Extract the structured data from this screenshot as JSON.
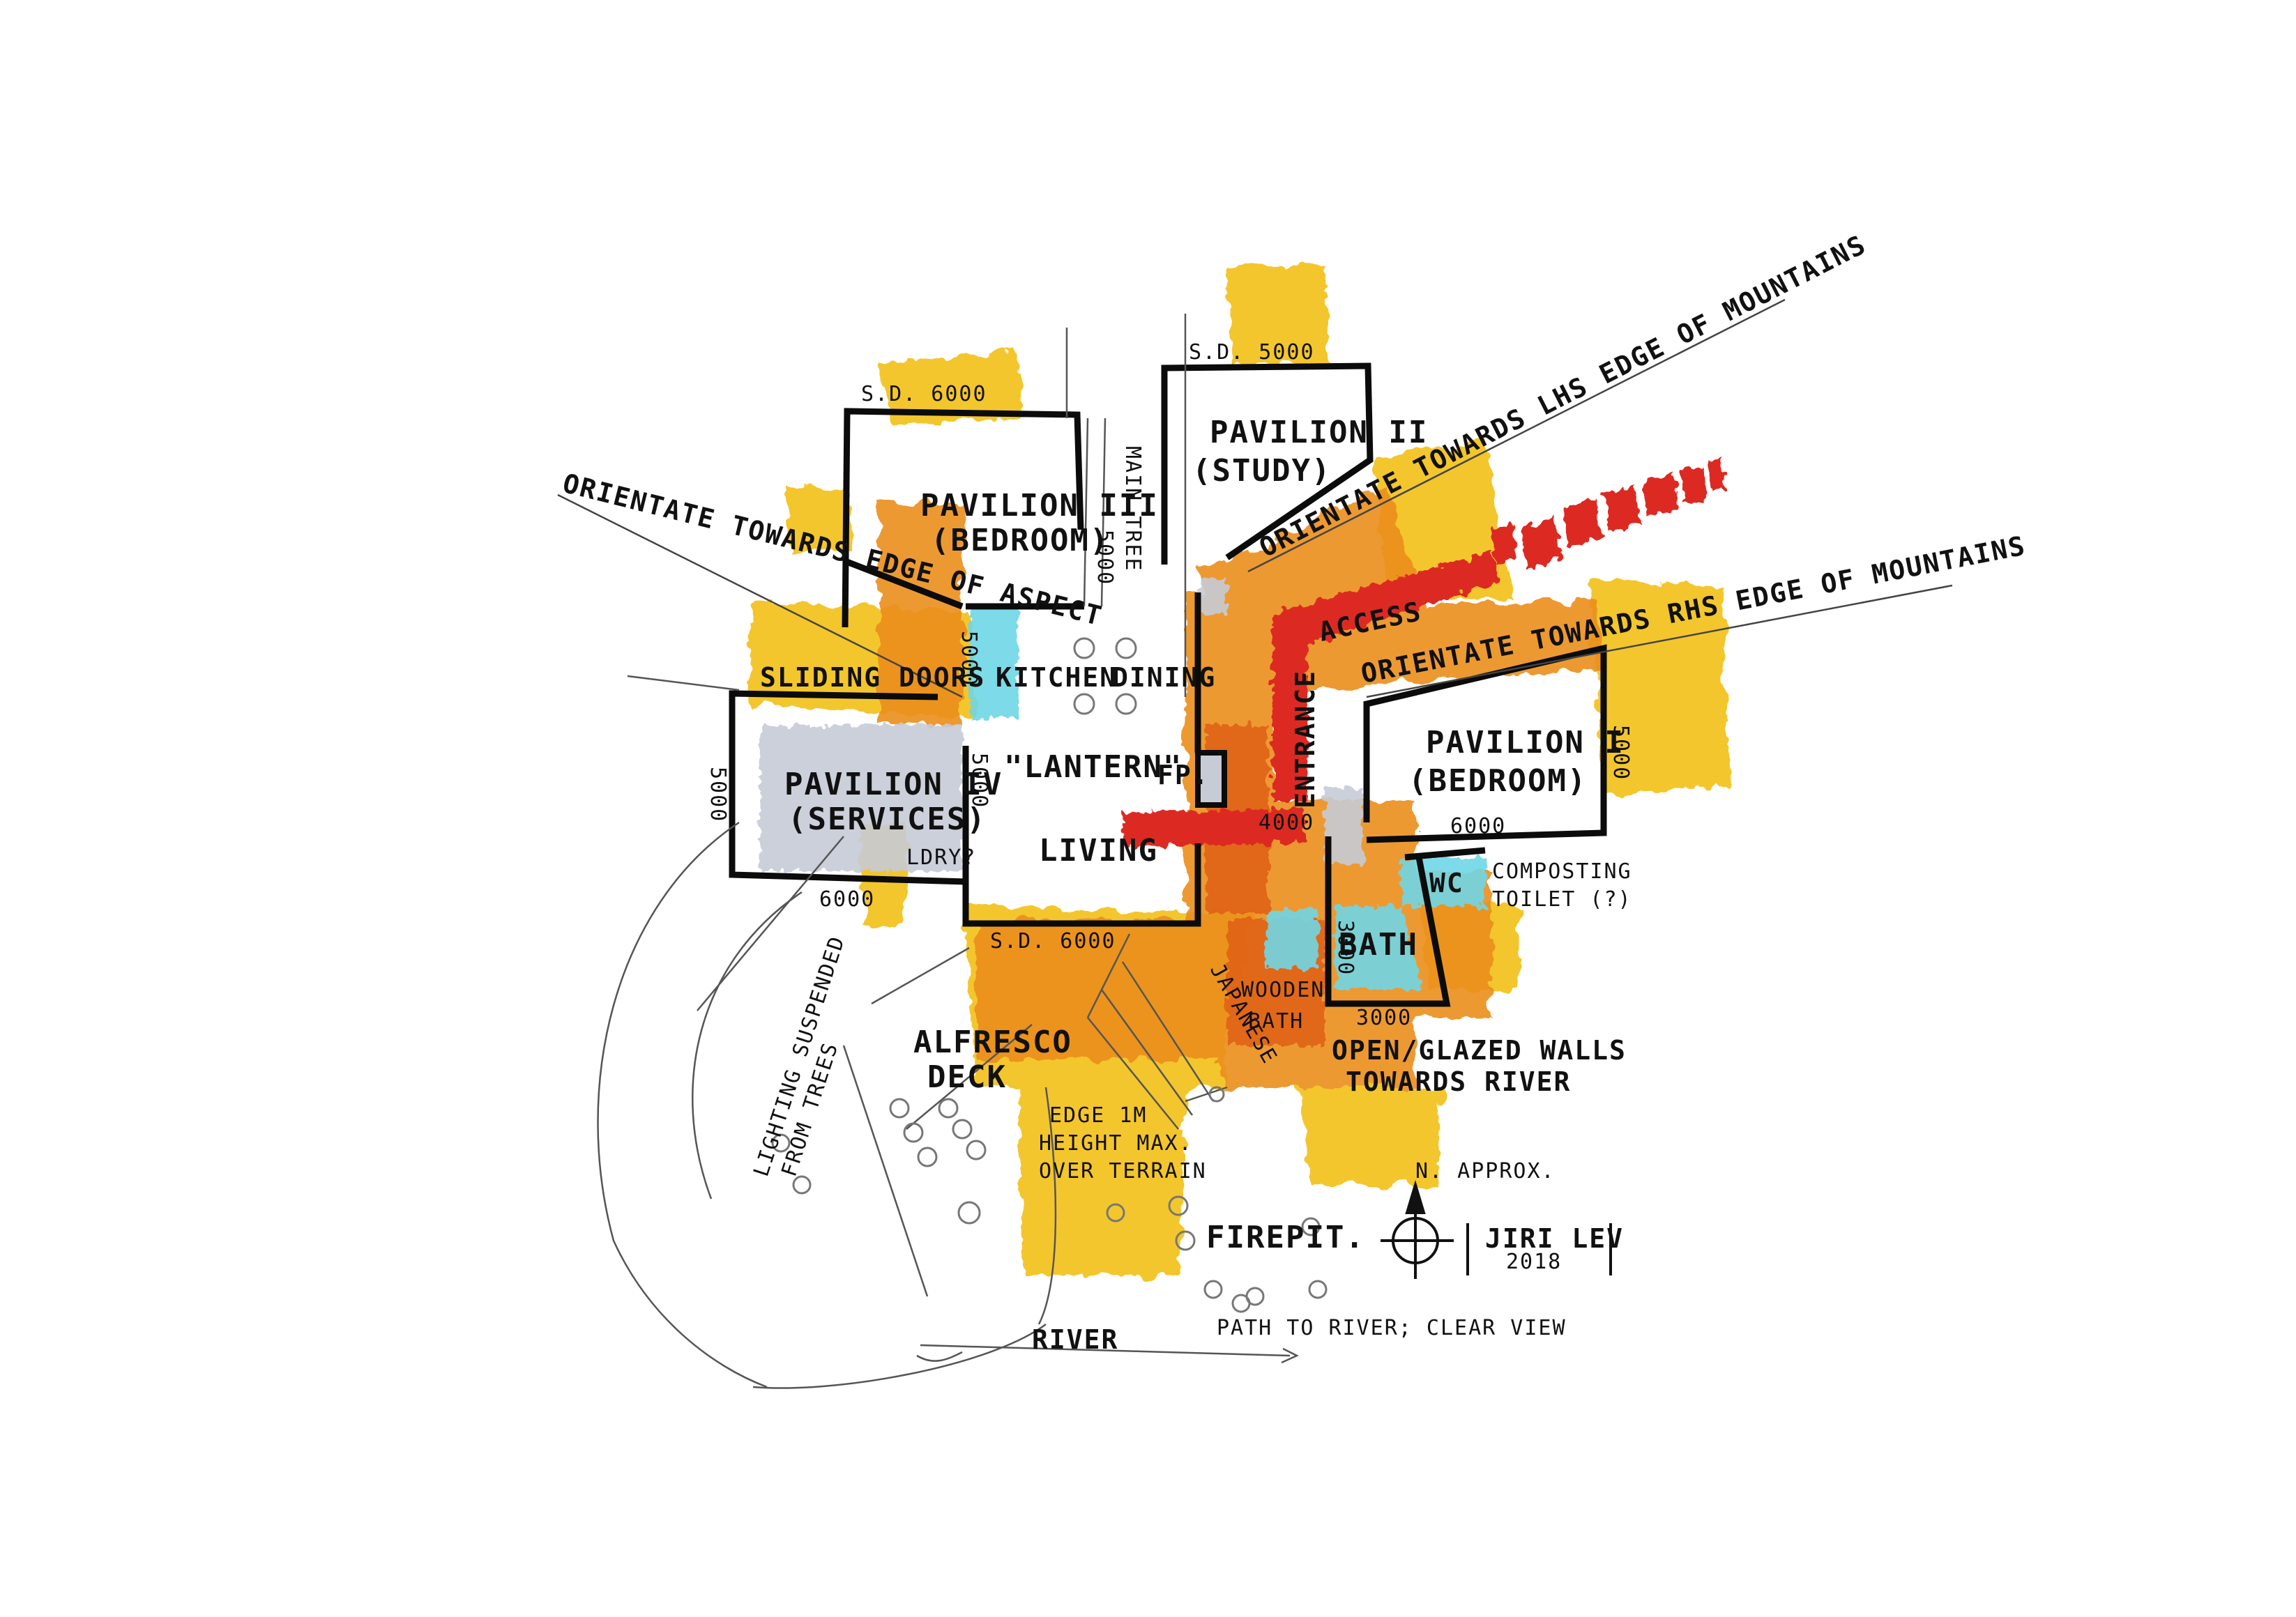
{
  "colors": {
    "yellow": "#f4c21c",
    "orange": "#ec8e1b",
    "deep_orange": "#e06417",
    "red": "#dc2a22",
    "cyan": "#6fd6e6",
    "grey": "#c7cbd6",
    "ink": "#111111",
    "paper": "#ffffff"
  },
  "rooms": {
    "pavilion_3": [
      "PAVILION III",
      "(BEDROOM)"
    ],
    "pavilion_2": [
      "PAVILION II",
      "(STUDY)"
    ],
    "pavilion_1": [
      "PAVILION I",
      "(BEDROOM)"
    ],
    "pavilion_4": [
      "PAVILION IV",
      "(SERVICES)"
    ],
    "kitchen": "KITCHEN",
    "dining": "DINING",
    "lantern": "\"LANTERN\"",
    "living": "LIVING",
    "fireplace": "FP.",
    "laundry": "LDRY?",
    "bath": "BATH",
    "wc": "WC",
    "entrance": "ENTRANCE",
    "access": "ACCESS",
    "alfresco": [
      "ALFRESCO",
      "DECK"
    ],
    "firepit": "FIREPIT.",
    "main_tree": "MAIN TREE"
  },
  "dimensions": {
    "sd_6000_top": "S.D. 6000",
    "sd_5000": "S.D. 5000",
    "sd_6000_bottom": "S.D. 6000",
    "p3_side": "5000",
    "p4_left": "5000",
    "p4_right": "5000",
    "p4_bottom": "6000",
    "p1_right": "5000",
    "p1_bottom": "6000",
    "entrance_width": "4000",
    "bath_side": "3000",
    "bath_bottom": "3000",
    "main_tree_dim": "5000"
  },
  "notes": {
    "orientate_aspect": "ORIENTATE TOWARDS EDGE OF ASPECT",
    "orientate_lhs": "ORIENTATE TOWARDS LHS EDGE OF MOUNTAINS",
    "orientate_rhs": "ORIENTATE TOWARDS RHS EDGE OF MOUNTAINS",
    "sliding_doors": "SLIDING DOORS",
    "composting": [
      "COMPOSTING",
      "TOILET (?)"
    ],
    "japanese_bath": [
      "JAPANESE",
      "WOODEN",
      "BATH"
    ],
    "open_walls": [
      "OPEN/GLAZED WALLS",
      "TOWARDS RIVER"
    ],
    "lighting": [
      "LIGHTING SUSPENDED",
      "FROM TREES"
    ],
    "edge_height": [
      "EDGE 1M",
      "HEIGHT MAX.",
      "OVER TERRAIN"
    ],
    "north": "N. APPROX.",
    "signature": [
      "JIRI LEV",
      "2018"
    ],
    "river": "RIVER",
    "path": "PATH TO RIVER; CLEAR VIEW"
  }
}
